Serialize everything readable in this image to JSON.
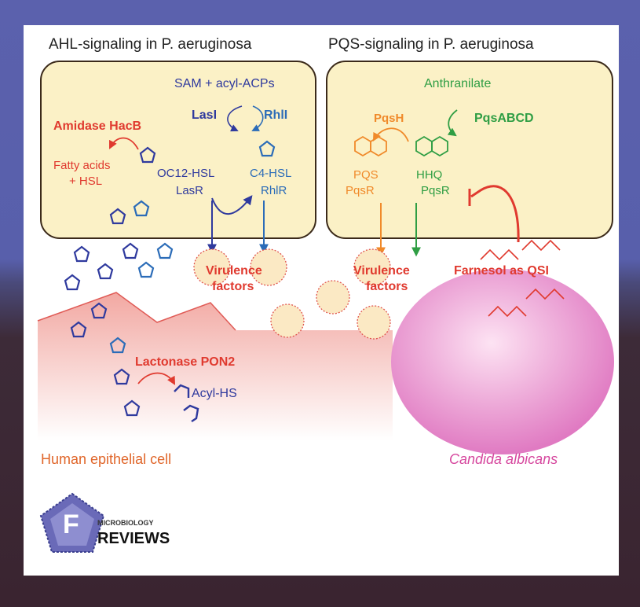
{
  "colors": {
    "box_fill": "#fbf1c6",
    "box_stroke": "#3b2a1a",
    "ahl_blue": "#2f3a9e",
    "rhl_blue": "#2b6cb8",
    "red": "#e03a2f",
    "orange": "#f08a2a",
    "green": "#2f9e44",
    "epithelial": "#f4b7b1",
    "candida": "#e07ac2",
    "virulence": "#fbe9c4"
  },
  "titles": {
    "ahl": "AHL-signaling in P. aeruginosa",
    "pqs": "PQS-signaling in P. aeruginosa"
  },
  "ahl": {
    "sam": "SAM + acyl-ACPs",
    "lasI": "LasI",
    "rhlI": "RhlI",
    "amidase": "Amidase HacB",
    "fatty1": "Fatty acids",
    "fatty2": "+ HSL",
    "oc12": "OC12-HSL",
    "lasR": "LasR",
    "c4": "C4-HSL",
    "rhlR": "RhlR"
  },
  "pqs": {
    "anthranilate": "Anthranilate",
    "pqsH": "PqsH",
    "pqsABCD": "PqsABCD",
    "pqs": "PQS",
    "pqsR1": "PqsR",
    "hhq": "HHQ",
    "pqsR2": "PqsR"
  },
  "labels": {
    "virulence1a": "Virulence",
    "virulence1b": "factors",
    "virulence2a": "Virulence",
    "virulence2b": "factors",
    "farnesol": "Farnesol as QSI",
    "lactonase": "Lactonase PON2",
    "acylhs": "Acyl-HS",
    "human": "Human epithelial cell",
    "candida": "Candida albicans"
  },
  "logo": {
    "line1": "MICROBIOLOGY",
    "line2": "REVIEWS",
    "letter": "F"
  }
}
